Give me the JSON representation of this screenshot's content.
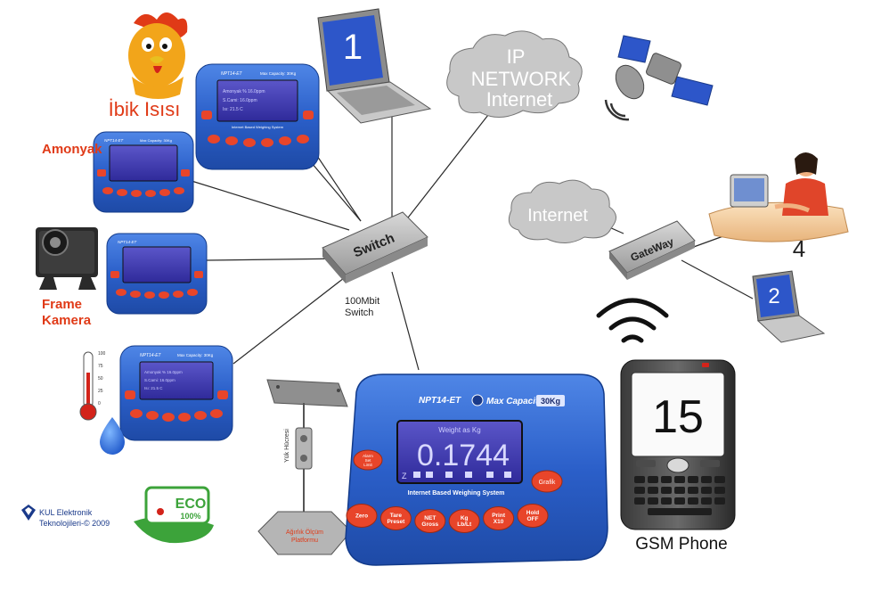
{
  "network": {
    "ip_cloud": [
      "IP",
      "NETWORK",
      "Internet"
    ],
    "internet_cloud": "Internet",
    "switch_label": "Switch",
    "switch_caption": [
      "100Mbit",
      "Switch"
    ],
    "gateway_label": "GateWay"
  },
  "devices": {
    "laptop_1": "1",
    "laptop_2": "2",
    "operator_4": "4",
    "phone_number": "15",
    "phone_caption": "GSM Phone"
  },
  "sensors": {
    "ibik_isisi": "İbik Isısı",
    "amonyak": "Amonyak",
    "frame_kamera": [
      "Frame",
      "Kamera"
    ],
    "thermo_scale": [
      "100",
      "75",
      "50",
      "25",
      "0"
    ],
    "load_cell": "Yük Hücresi",
    "platform": [
      "Ağırlık Ölçüm",
      "Platformu"
    ]
  },
  "indicator": {
    "model": "NPT14-ET",
    "capacity_label": "Max Capacity:",
    "capacity_value": "30Kg",
    "lcd_header": "Weight as Kg",
    "lcd_reading": "0.1744",
    "lcd_z": "Z",
    "system_label": "Internet Based Weighing System",
    "left_button": "Alarm\nSet\nLimit",
    "right_button": "Grafik",
    "keys": [
      "Zero",
      "Tare\nPreset",
      "NET\nGross",
      "Kg\nLb/Lt",
      "Print\nX10",
      "Hold\nOFF"
    ]
  },
  "small_indicator": {
    "model": "NPT14-ET",
    "capacity": "Max Capacity: 30Kg",
    "lcd_lines": [
      "Amonyak %  16.0ppm",
      "S.Cami: 16.0ppm",
      "Isı: 21.5 C"
    ],
    "system_label": "Internet Based Weighing System"
  },
  "footer": {
    "company": "KUL Elektronik",
    "company_line2": "Teknolojileri-© 2009",
    "eco": "ECO",
    "eco_percent": "100%"
  }
}
